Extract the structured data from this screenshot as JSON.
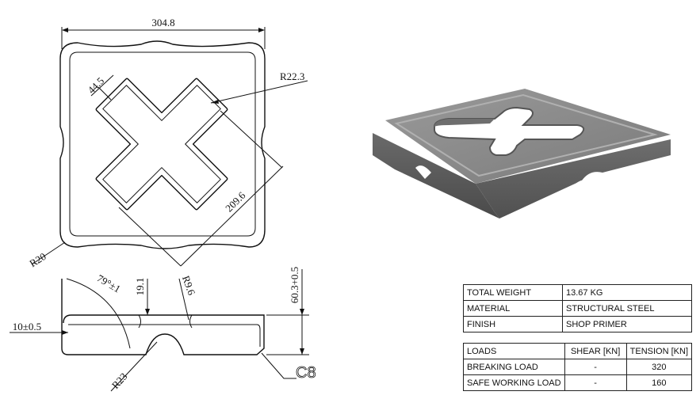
{
  "dims": {
    "width": "304.8",
    "arm_width": "44.5",
    "arm_radius": "R22.3",
    "cross_length": "209.6",
    "corner_radius": "R20",
    "angle": "79°±1",
    "depth": "19.1",
    "notch_radius_top": "R9.6",
    "height": "60.3+0.5",
    "thickness": "10±0.5",
    "notch_radius_bottom": "R23",
    "chamfer": "C8"
  },
  "properties": {
    "rows": [
      {
        "key": "TOTAL WEIGHT",
        "value": "13.67 KG"
      },
      {
        "key": "MATERIAL",
        "value": "STRUCTURAL STEEL"
      },
      {
        "key": "FINISH",
        "value": "SHOP PRIMER"
      }
    ]
  },
  "loads": {
    "headers": [
      "LOADS",
      "SHEAR [KN]",
      "TENSION [KN]"
    ],
    "rows": [
      {
        "label": "BREAKING LOAD",
        "shear": "-",
        "tension": "320"
      },
      {
        "label": "SAFE WORKING LOAD",
        "shear": "-",
        "tension": "160"
      }
    ]
  },
  "colors": {
    "line": "#111111",
    "plate_face": "#8c8c8c",
    "plate_edge": "#5e5e5e"
  }
}
